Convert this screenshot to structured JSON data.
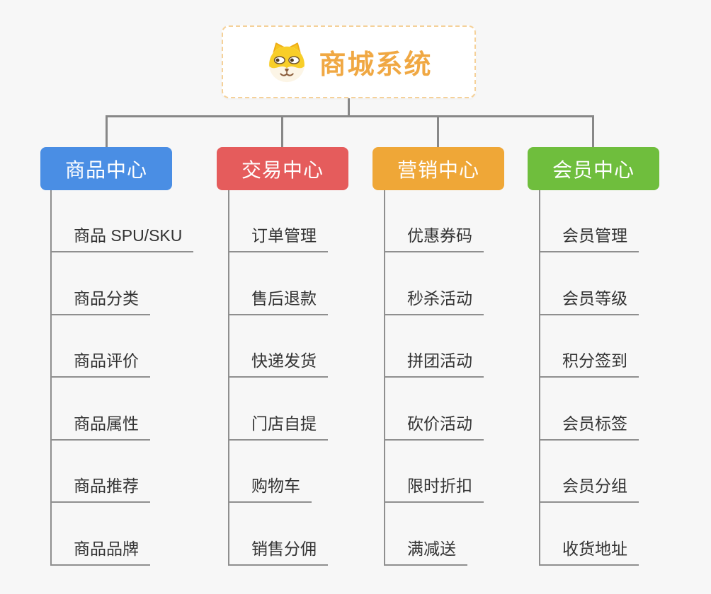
{
  "canvas": {
    "background": "#f7f7f7"
  },
  "connector_color": "#888888",
  "root": {
    "title": "商城系统",
    "icon": "dog-face-icon",
    "title_color": "#f0a843",
    "border_color": "#f5d199"
  },
  "branches": [
    {
      "id": "product-center",
      "label": "商品中心",
      "color": "#4a8ee4",
      "children": [
        "商品 SPU/SKU",
        "商品分类",
        "商品评价",
        "商品属性",
        "商品推荐",
        "商品品牌"
      ]
    },
    {
      "id": "trade-center",
      "label": "交易中心",
      "color": "#e55c5c",
      "children": [
        "订单管理",
        "售后退款",
        "快递发货",
        "门店自提",
        "购物车",
        "销售分佣"
      ]
    },
    {
      "id": "marketing-center",
      "label": "营销中心",
      "color": "#efa737",
      "children": [
        "优惠券码",
        "秒杀活动",
        "拼团活动",
        "砍价活动",
        "限时折扣",
        "满减送"
      ]
    },
    {
      "id": "member-center",
      "label": "会员中心",
      "color": "#6fbe3d",
      "children": [
        "会员管理",
        "会员等级",
        "积分签到",
        "会员标签",
        "会员分组",
        "收货地址"
      ]
    }
  ]
}
